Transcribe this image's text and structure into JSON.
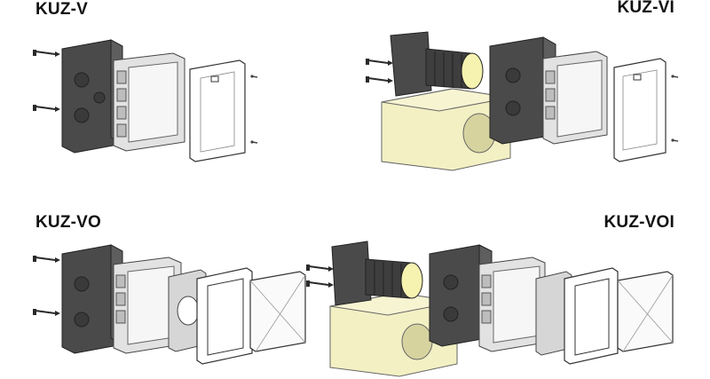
{
  "labels": {
    "v": "KUZ-V",
    "vi": "KUZ-VI",
    "vo": "KUZ-VO",
    "voi": "KUZ-VOI"
  },
  "colors": {
    "box_dark": "#4a4a4a",
    "box_mid": "#5e5e5e",
    "frame_light": "#d9d9d9",
    "insulation": "#f3f0c4",
    "line": "#333333",
    "background": "#ffffff"
  }
}
